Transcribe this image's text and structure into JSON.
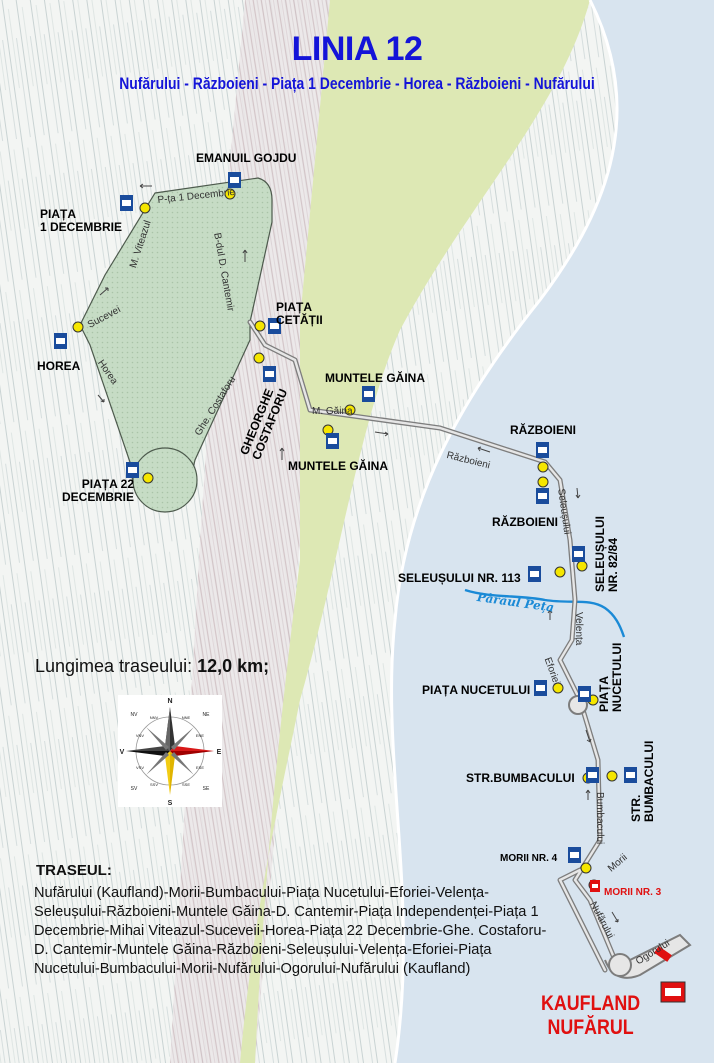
{
  "title": "LINIA 12",
  "subtitle": "Nufărului - Războieni - Piața 1 Decembrie - Horea  - Războieni  - Nufărului",
  "colors": {
    "title": "#1414d8",
    "route": "#8e8e8e",
    "stop_marker": "#f5e600",
    "stop_sign": "#1a4c9c",
    "terminus": "#e01010",
    "stream": "#1b8ad6",
    "park": "#c9dfc6",
    "hill": "#dde8b4",
    "river_plain": "#d8e4ef"
  },
  "stops": {
    "emanuil_gojdu": "EMANUIL GOJDU",
    "piata_1_decembrie": "PIAȚA\n1 DECEMBRIE",
    "horea": "HOREA",
    "piata_22_decembrie": "PIAȚA 22\nDECEMBRIE",
    "piata_cetatii": "PIAȚA\nCETĂȚII",
    "gheorghe_costaforu": "GHEORGHE\nCOSTAFORU",
    "muntele_gaina_north": "MUNTELE GĂINA",
    "muntele_gaina_south": "MUNTELE GĂINA",
    "razboieni_north": "RĂZBOIENI",
    "razboieni_south": "RĂZBOIENI",
    "seleusului_113": "SELEUȘULUI NR. 113",
    "seleusului_82_84": "SELEUȘULUI\nNR. 82/84",
    "piata_nucetului_west": "PIAȚA NUCETULUI",
    "piata_nucetului_east": "PIAȚA\nNUCETULUI",
    "str_bumbacului_west": "STR.BUMBACULUI",
    "str_bumbacului_east": "STR.\nBUMBACULUI",
    "morii_nr_4": "MORII NR. 4",
    "morii_nr_3": "MORII NR. 3"
  },
  "streets": {
    "p_ta_1_decembrie": "P-ța 1 Decembrie",
    "m_viteazul": "M. Viteazul",
    "bdul_d_cantemir": "B-dul  D. Cantemir",
    "sucevei": "Sucevei",
    "horea": "Horea",
    "ghe_costaforu": "Ghe. Costaforu",
    "m_gaina": "M. Găina",
    "razboieni": "Războieni",
    "seleusului": "Seleușului",
    "velenta": "Velența",
    "eforiei": "Eforiei",
    "bumbacului": "Bumbacului",
    "morii": "Morii",
    "nufarului": "Nufărului",
    "ogorului": "Ogorului"
  },
  "stream_name": "Pârâul  Peța",
  "route_length": {
    "label": "Lungimea traseului:",
    "value": "12,0 km;"
  },
  "route": {
    "heading": "TRASEUL:",
    "text": "Nufărului (Kaufland)-Morii-Bumbacului-Piața Nucetului-Eforiei-Velența-Seleușului-Războieni-Muntele Găina-D. Cantemir-Piața Independenței-Piața 1 Decembrie-Mihai Viteazul-Suceveii-Horea-Piața 22 Decembrie-Ghe. Costaforu-D. Cantemir-Muntele Găina-Războieni-Seleușului-Velența-Eforiei-Piața Nucetului-Bumbacului-Morii-Nufărului-Ogorului-Nufărului (Kaufland)"
  },
  "terminus": "KAUFLAND\nNUFĂRUL",
  "compass": {
    "N": "N",
    "S": "S",
    "E": "E",
    "V": "V",
    "NV": "NV",
    "NE": "NE",
    "SV": "SV",
    "SE": "SE",
    "NNV": "NNV",
    "NNE": "NNE",
    "VNV": "VNV",
    "ENE": "ENE",
    "VSV": "VSV",
    "ESE": "ESE",
    "SSV": "SSV",
    "SSE": "SSE"
  }
}
